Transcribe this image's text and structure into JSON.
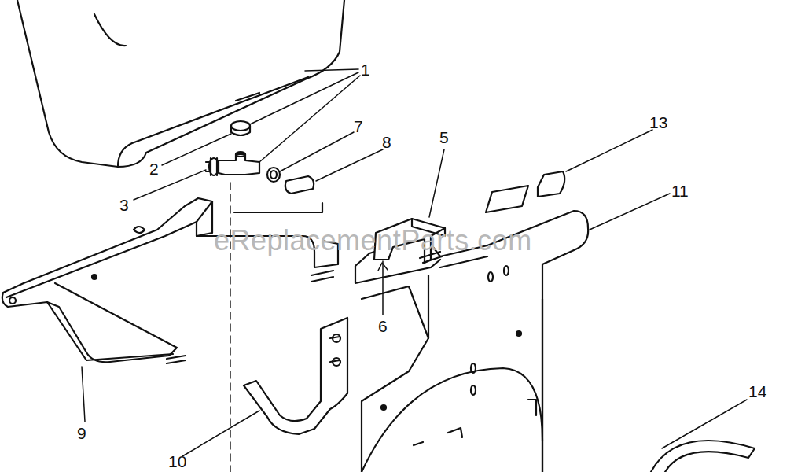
{
  "diagram": {
    "labels": [
      "1",
      "7",
      "8",
      "5",
      "13",
      "2",
      "11",
      "3",
      "eReplacementParts.com",
      "6",
      "14",
      "9",
      "10"
    ]
  }
}
